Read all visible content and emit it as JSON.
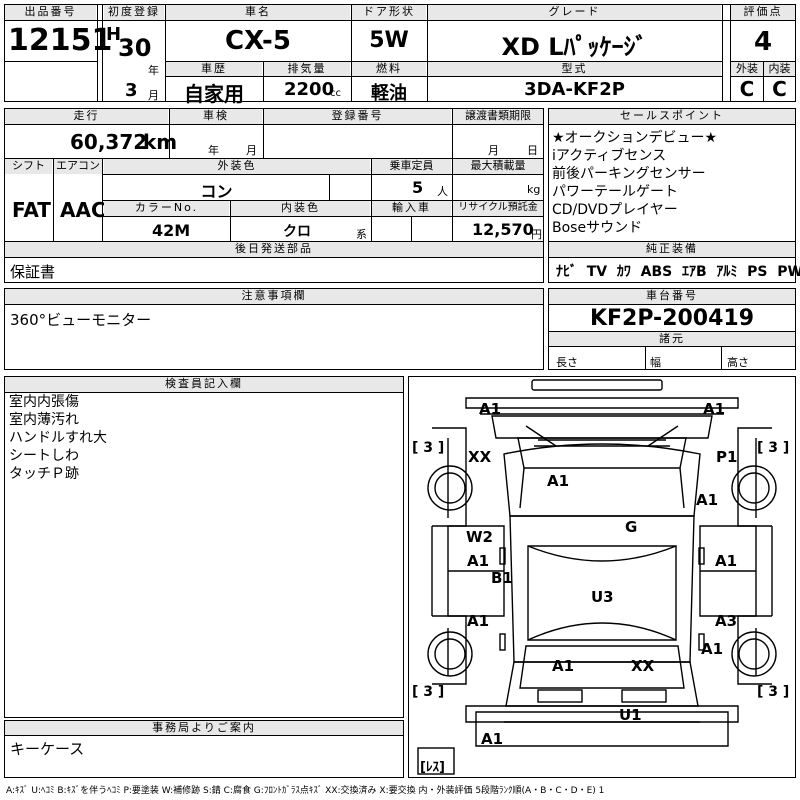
{
  "lot": {
    "label": "出品番号",
    "value": "12151"
  },
  "first_reg": {
    "label": "初度登録",
    "era": "H",
    "year": "30",
    "year_unit": "年",
    "month": "3",
    "month_unit": "月"
  },
  "car_name": {
    "label": "車名",
    "value": "CX-5"
  },
  "doors": {
    "label": "ドア形状",
    "value": "5W"
  },
  "grade": {
    "label": "グレード",
    "value": "XD Lﾊﾟｯｹｰｼﾞ"
  },
  "score": {
    "label": "評価点",
    "value": "4"
  },
  "history": {
    "label": "車歴",
    "value": "自家用"
  },
  "displacement": {
    "label": "排気量",
    "value": "2200",
    "unit": "cc"
  },
  "fuel": {
    "label": "燃料",
    "value": "軽油"
  },
  "model": {
    "label": "型式",
    "value": "3DA-KF2P"
  },
  "exterior": {
    "label": "外装",
    "value": "C"
  },
  "interior": {
    "label": "内装",
    "value": "C"
  },
  "mileage": {
    "label": "走行",
    "value": "60,372",
    "unit": "km"
  },
  "inspection": {
    "label": "車検",
    "year_unit": "年",
    "month_unit": "月"
  },
  "registration": {
    "label": "登録番号"
  },
  "transfer_deadline": {
    "label": "譲渡書類期限",
    "month_unit": "月",
    "day_unit": "日"
  },
  "shift": {
    "label": "シフト",
    "value": "FAT"
  },
  "aircon": {
    "label": "エアコン",
    "value": "AAC"
  },
  "ext_color": {
    "label": "外装色",
    "value": "コン"
  },
  "capacity": {
    "label": "乗車定員",
    "value": "5",
    "unit": "人"
  },
  "max_load": {
    "label": "最大積載量",
    "unit": "kg"
  },
  "color_no": {
    "label": "カラーNo.",
    "value": "42M"
  },
  "int_color": {
    "label": "内装色",
    "value": "クロ",
    "unit": "系"
  },
  "import": {
    "label": "輸入車"
  },
  "recycle": {
    "label": "リサイクル預託金",
    "value": "12,570",
    "unit": "円"
  },
  "later_parts": {
    "label": "後日発送部品",
    "value": "保証書"
  },
  "sales_points": {
    "label": "セールスポイント",
    "items": [
      "★オークションデビュー★",
      "iアクティブセンス",
      "前後パーキングセンサー",
      "パワーテールゲート",
      "CD/DVDプレイヤー",
      "Boseサウンド"
    ]
  },
  "equipment": {
    "label": "純正装備",
    "items": [
      "ﾅﾋﾞ",
      "TV",
      "ｶﾜ",
      "ABS",
      "ｴｱB",
      "ｱﾙﾐ",
      "PS",
      "PW"
    ]
  },
  "notes": {
    "label": "注意事項欄",
    "value": "360°ビューモニター"
  },
  "chassis": {
    "label": "車台番号",
    "value": "KF2P-200419"
  },
  "specs": {
    "label": "諸元",
    "length": "長さ",
    "width": "幅",
    "height": "高さ"
  },
  "inspector": {
    "label": "検査員記入欄",
    "items": [
      "室内内張傷",
      "室内薄汚れ",
      "ハンドルすれ大",
      "シートしわ",
      "タッチＰ跡"
    ]
  },
  "office": {
    "label": "事務局よりご案内",
    "value": "キーケース"
  },
  "diagram": {
    "tires": [
      "[ 3 ]",
      "[ 3 ]",
      "[ 3 ]",
      "[ 3 ]",
      "[ﾚｽ]"
    ],
    "marks": [
      "A1",
      "A1",
      "XX",
      "P1",
      "A1",
      "A1",
      "W2",
      "A1",
      "B1",
      "G",
      "A1",
      "U3",
      "A1",
      "A3",
      "A1",
      "A1",
      "XX",
      "U1",
      "A1"
    ]
  },
  "legend": "A:ｷｽﾞ U:ﾍｺﾐ B:ｷｽﾞを伴うﾍｺﾐ P:要塗装 W:補修跡 S:錆 C:腐食 G:ﾌﾛﾝﾄｶﾞﾗｽ点ｷｽﾞ XX:交換済み X:要交換 内・外装評価 5段階ﾗﾝｸ順(A・B・C・D・E) 1"
}
